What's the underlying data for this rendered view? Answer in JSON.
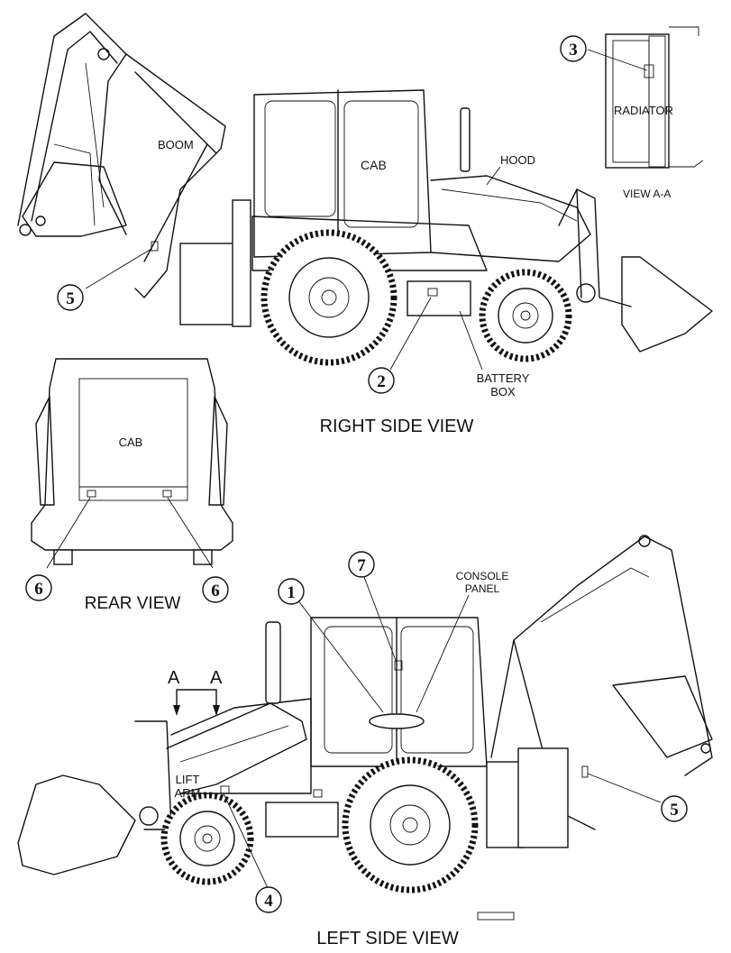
{
  "views": {
    "right_side": "RIGHT SIDE VIEW",
    "left_side": "LEFT SIDE VIEW",
    "rear": "REAR VIEW",
    "view_aa": "VIEW A-A"
  },
  "labels": {
    "boom": "BOOM",
    "cab_right": "CAB",
    "hood": "HOOD",
    "radiator": "RADIATOR",
    "battery_line1": "BATTERY",
    "battery_line2": "BOX",
    "cab_rear": "CAB",
    "console_line1": "CONSOLE",
    "console_line2": "PANEL",
    "lift_line1": "LIFT",
    "lift_line2": "ARM",
    "section_a_left": "A",
    "section_a_right": "A"
  },
  "callouts": {
    "c1": "1",
    "c2": "2",
    "c3": "3",
    "c4": "4",
    "c5_top": "5",
    "c5_bottom": "5",
    "c6_left": "6",
    "c6_right": "6",
    "c7": "7"
  }
}
